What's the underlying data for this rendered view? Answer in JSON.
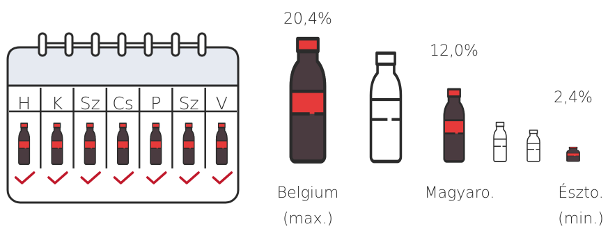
{
  "calendar": {
    "days": [
      "H",
      "K",
      "Sz",
      "Cs",
      "P",
      "Sz",
      "V"
    ]
  },
  "chart_data": {
    "type": "bar",
    "categories": [
      "Belgium",
      "",
      "Magyaro.",
      "",
      "",
      "Észto."
    ],
    "values": [
      20.4,
      18.0,
      12.0,
      6.5,
      5.2,
      2.4
    ],
    "value_labels": [
      "20,4%",
      "",
      "12,0%",
      "",
      "",
      "2,4%"
    ],
    "filled": [
      true,
      false,
      true,
      false,
      false,
      true
    ],
    "labels": {
      "belgium_name": "Belgium",
      "belgium_note": "(max.)",
      "hungary_name": "Magyaro.",
      "estonia_name": "Észto.",
      "estonia_note": "(min.)"
    }
  },
  "colors": {
    "outline": "#2b2b2b",
    "body": "#4a3b40",
    "label": "#e63a3a",
    "cap": "#e63a3a",
    "check": "#c0192b",
    "calendar_header": "#e6eaf1"
  }
}
